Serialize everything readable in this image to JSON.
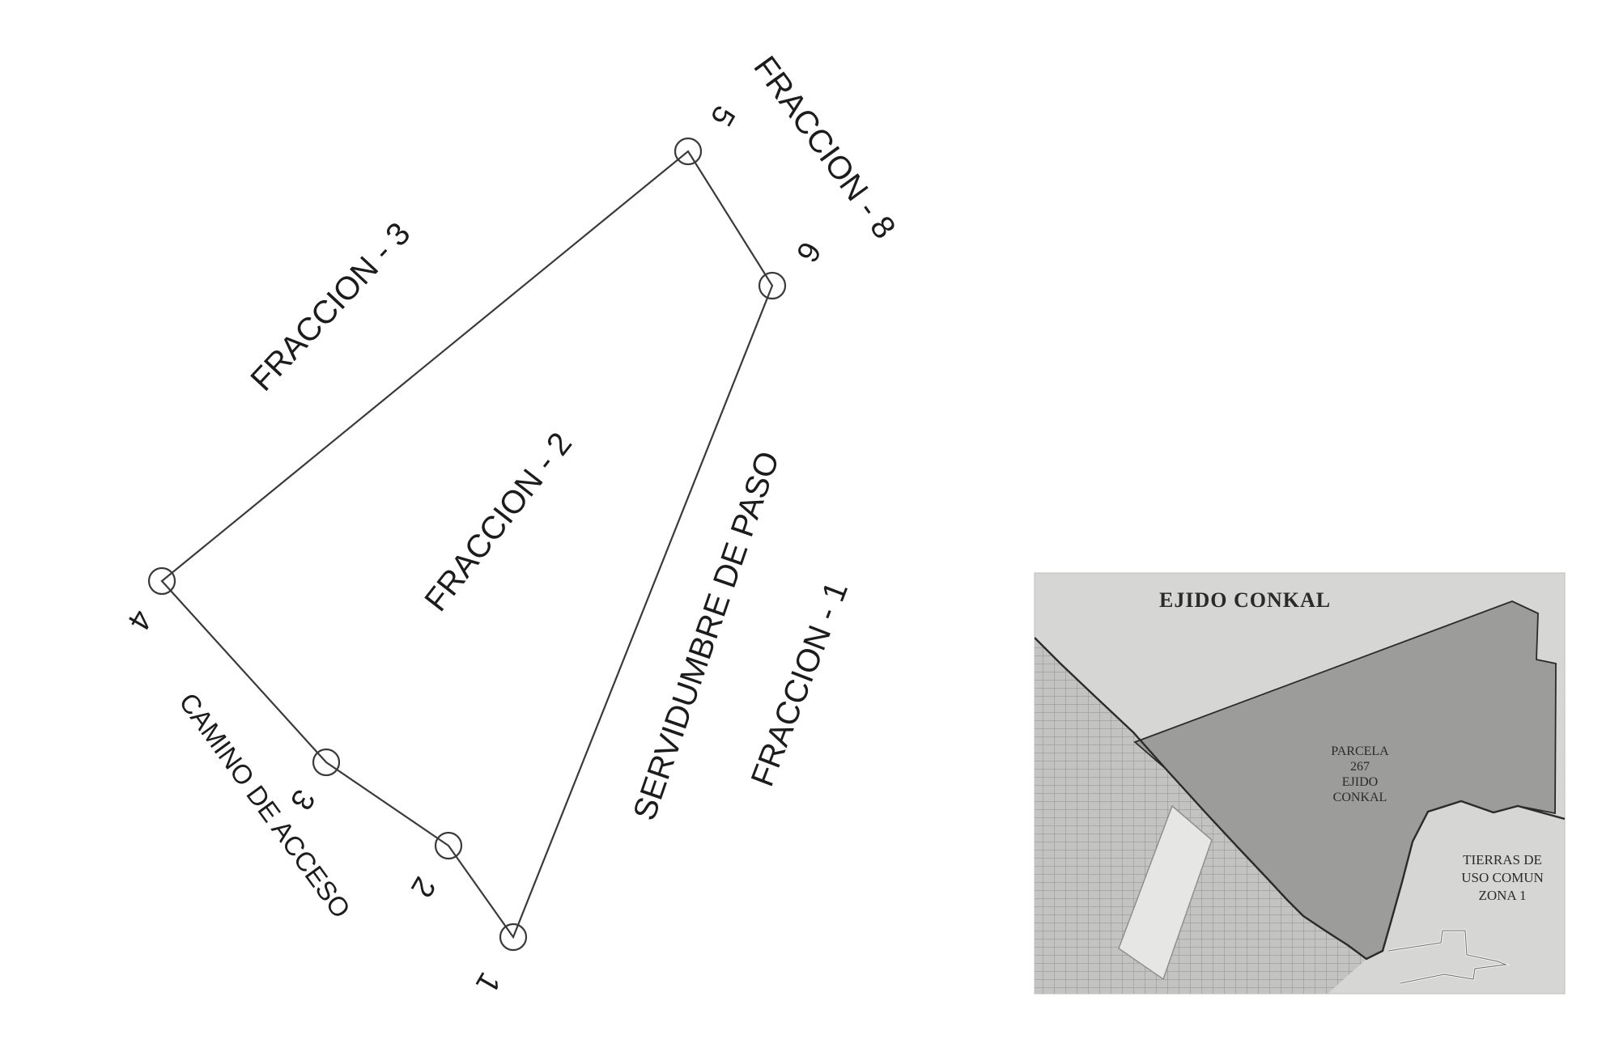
{
  "survey_plan": {
    "vertices": [
      {
        "id": "1",
        "label": "1"
      },
      {
        "id": "2",
        "label": "2"
      },
      {
        "id": "3",
        "label": "3"
      },
      {
        "id": "4",
        "label": "4"
      },
      {
        "id": "5",
        "label": "5"
      },
      {
        "id": "6",
        "label": "6"
      }
    ],
    "labels": {
      "fraccion_3": "FRACCION - 3",
      "fraccion_8": "FRACCION - 8",
      "fraccion_2": "FRACCION - 2",
      "fraccion_1": "FRACCION - 1",
      "servidumbre": "SERVIDUMBRE DE PASO",
      "camino": "CAMINO DE ACCESO"
    },
    "colors": {
      "line": "#3a3a3a",
      "text": "#1c1c1c"
    }
  },
  "location_inset": {
    "title": "EJIDO CONKAL",
    "parcel_label": [
      "PARCELA",
      "267",
      "EJIDO",
      "CONKAL"
    ],
    "common_land_label": [
      "TIERRAS DE",
      "USO COMUN",
      "ZONA 1"
    ],
    "colors": {
      "background": "#d6d6d4",
      "parcel_fill": "#9c9c9b",
      "urban_grid_fill": "#b9bab8",
      "line": "#2b2b2b"
    }
  }
}
